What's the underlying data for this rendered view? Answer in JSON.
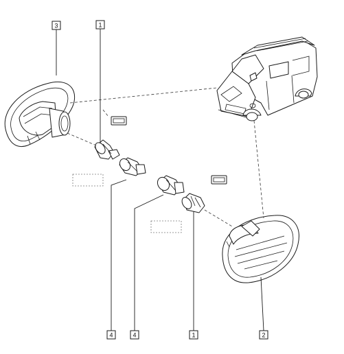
{
  "callouts": {
    "c3_top": "3",
    "c1_top": "1",
    "c4_left": "4",
    "c4_right": "4",
    "c1_bottom": "1",
    "c2_bottom": "2"
  },
  "colors": {
    "line": "#1a1a1a",
    "dashed": "#333333",
    "background": "#ffffff"
  }
}
